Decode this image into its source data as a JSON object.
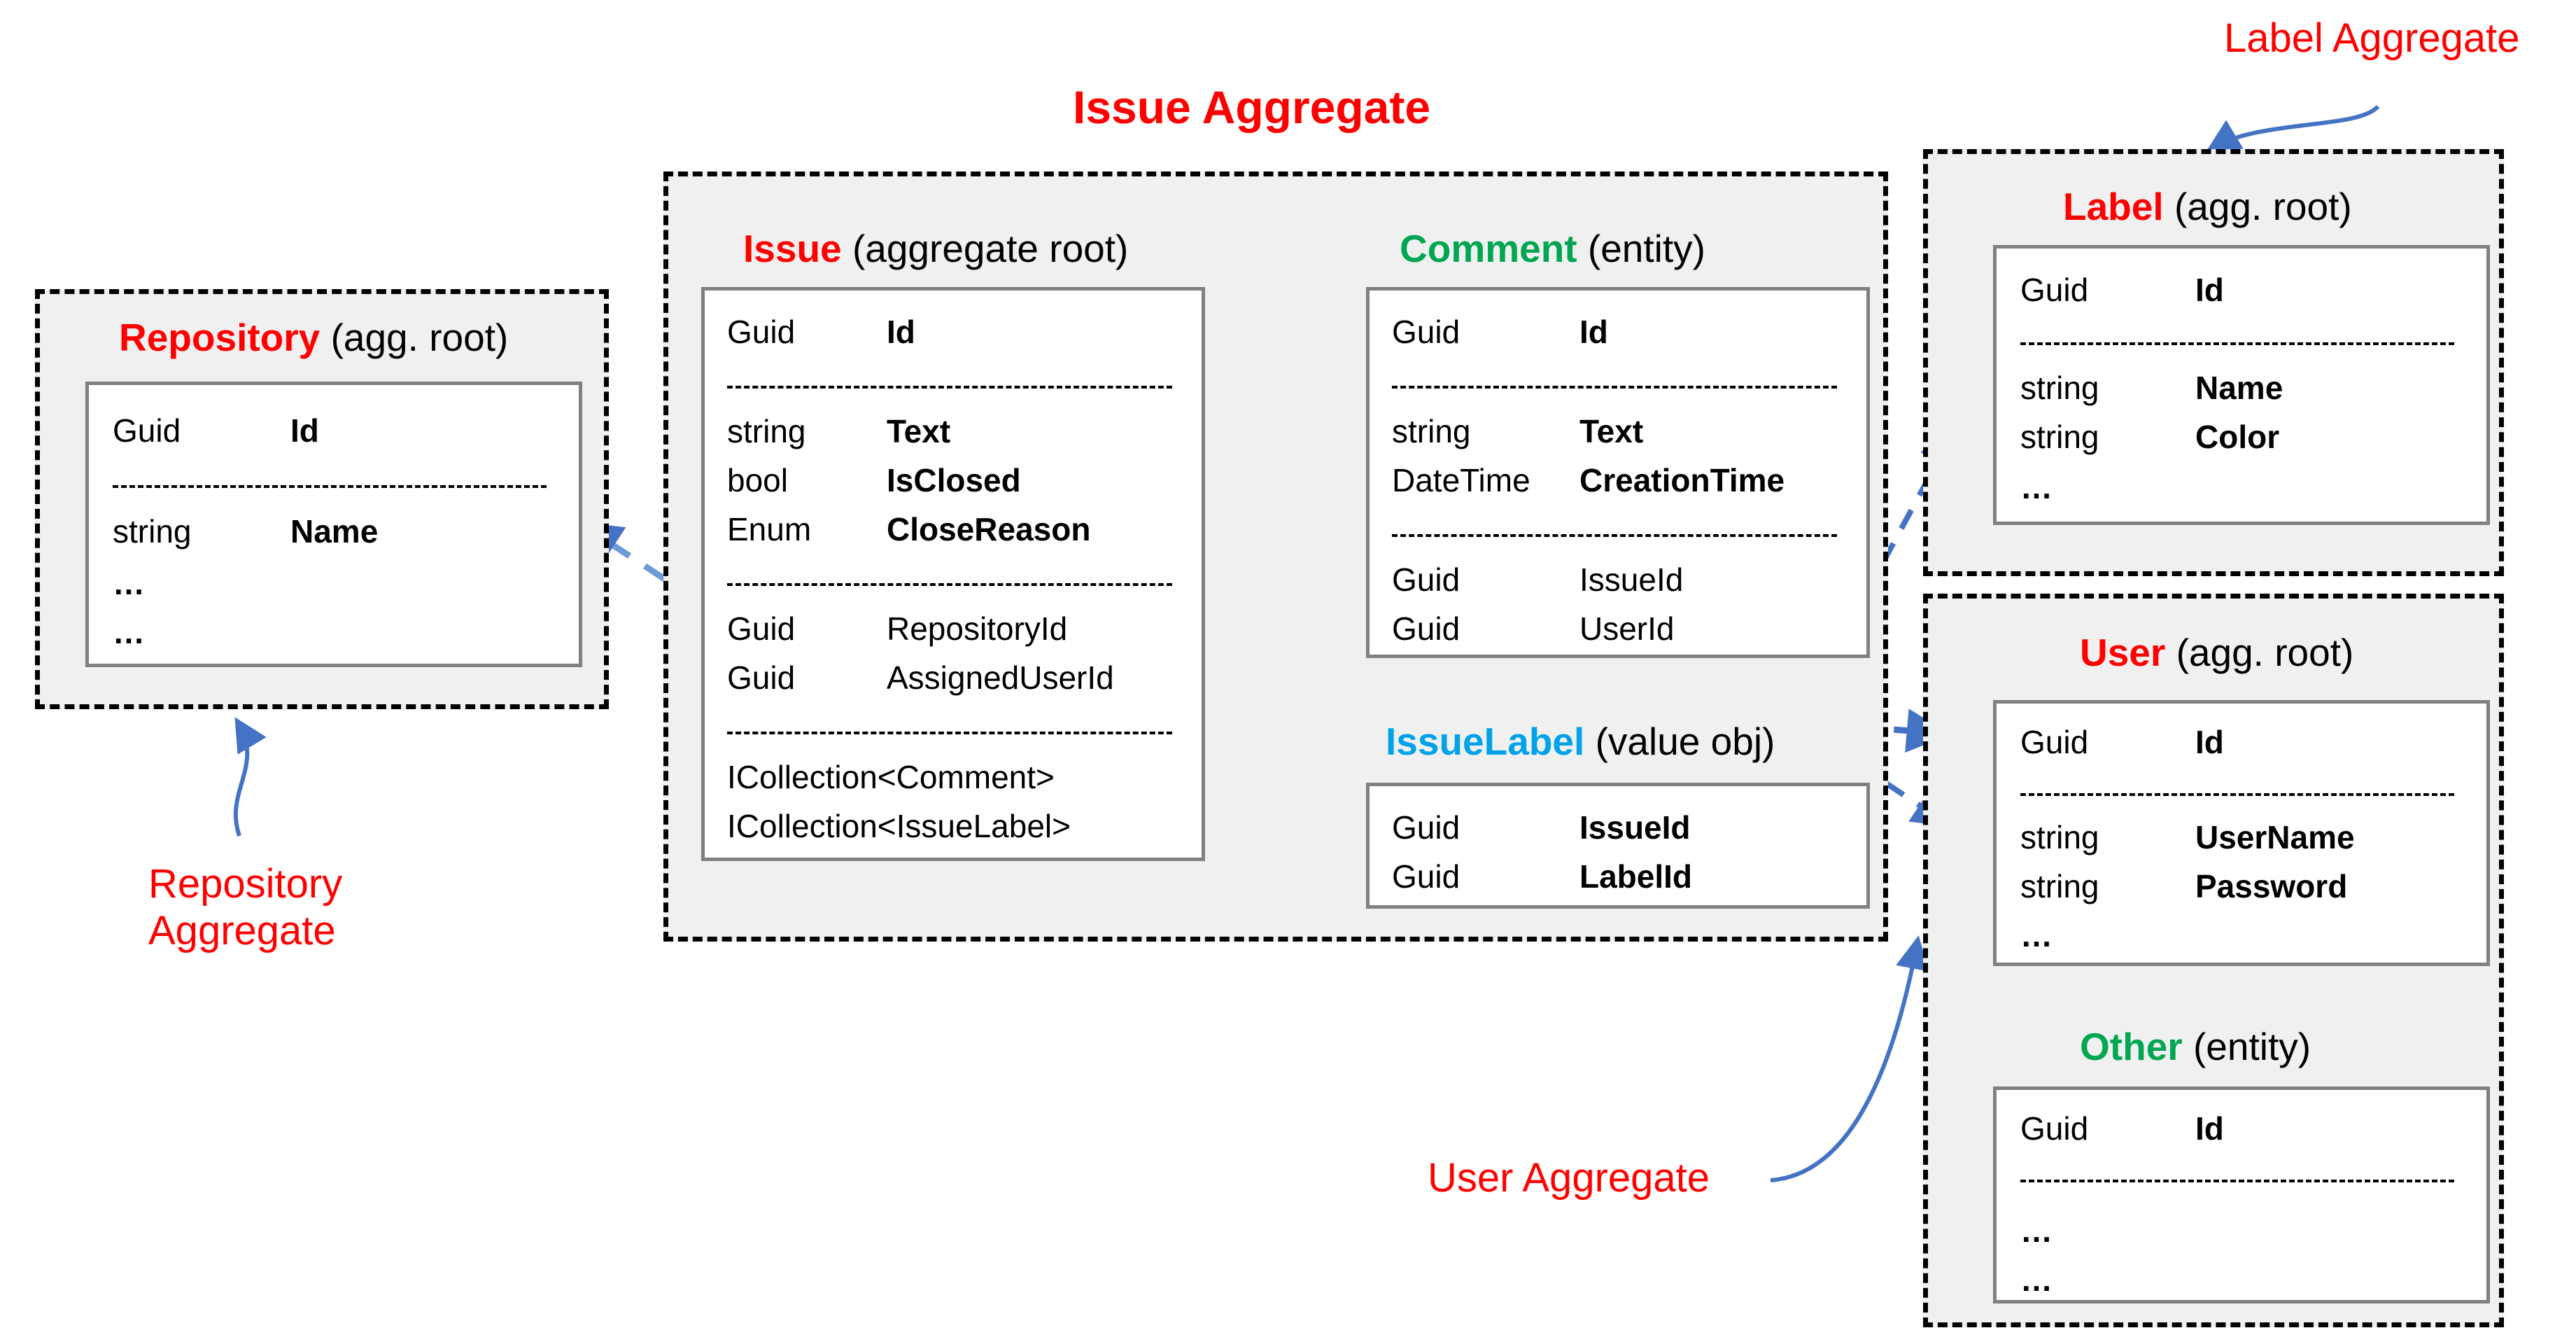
{
  "diagram": {
    "title": "Issue Aggregate",
    "colors": {
      "red": "#FF0000",
      "green": "#00A650",
      "cyan": "#00A2E8",
      "arrow_blue": "#4472C4",
      "panel_gray": "#F0F0F0",
      "card_border": "#808080"
    },
    "callouts": {
      "label_aggregate": "Label Aggregate",
      "repository_aggregate_line1": "Repository",
      "repository_aggregate_line2": "Aggregate",
      "user_aggregate": "User Aggregate"
    },
    "entities": {
      "repository": {
        "name": "Repository",
        "kind": "(agg. root)",
        "rows": [
          {
            "type": "Guid",
            "field": "Id",
            "bold": true
          },
          {
            "type": "string",
            "field": "Name",
            "bold": true
          },
          {
            "type": "…",
            "field": "",
            "bold": true
          },
          {
            "type": "…",
            "field": "",
            "bold": true
          }
        ]
      },
      "issue": {
        "name": "Issue",
        "kind": "(aggregate root)",
        "rows": [
          {
            "type": "Guid",
            "field": "Id",
            "bold": true
          },
          {
            "type": "string",
            "field": "Text",
            "bold": true
          },
          {
            "type": "bool",
            "field": "IsClosed",
            "bold": true
          },
          {
            "type": "Enum",
            "field": "CloseReason",
            "bold": true
          },
          {
            "type": "Guid",
            "field": "RepositoryId",
            "bold": false
          },
          {
            "type": "Guid",
            "field": "AssignedUserId",
            "bold": false
          },
          {
            "type": "ICollection<Comment>",
            "field": "",
            "bold": false
          },
          {
            "type": "ICollection<IssueLabel>",
            "field": "",
            "bold": false
          }
        ]
      },
      "comment": {
        "name": "Comment",
        "kind": "(entity)",
        "rows": [
          {
            "type": "Guid",
            "field": "Id",
            "bold": true
          },
          {
            "type": "string",
            "field": "Text",
            "bold": true
          },
          {
            "type": "DateTime",
            "field": "CreationTime",
            "bold": true
          },
          {
            "type": "Guid",
            "field": "IssueId",
            "bold": false
          },
          {
            "type": "Guid",
            "field": "UserId",
            "bold": false
          }
        ]
      },
      "issuelabel": {
        "name": "IssueLabel",
        "kind": "(value obj)",
        "rows": [
          {
            "type": "Guid",
            "field": "IssueId",
            "bold": true
          },
          {
            "type": "Guid",
            "field": "LabelId",
            "bold": true
          }
        ]
      },
      "label": {
        "name": "Label",
        "kind": "(agg. root)",
        "rows": [
          {
            "type": "Guid",
            "field": "Id",
            "bold": true
          },
          {
            "type": "string",
            "field": "Name",
            "bold": true
          },
          {
            "type": "string",
            "field": "Color",
            "bold": true
          },
          {
            "type": "…",
            "field": "",
            "bold": true
          }
        ]
      },
      "user": {
        "name": "User",
        "kind": "(agg. root)",
        "rows": [
          {
            "type": "Guid",
            "field": "Id",
            "bold": true
          },
          {
            "type": "string",
            "field": "UserName",
            "bold": true
          },
          {
            "type": "string",
            "field": "Password",
            "bold": true
          },
          {
            "type": "…",
            "field": "",
            "bold": true
          }
        ]
      },
      "other": {
        "name": "Other",
        "kind": "(entity)",
        "rows": [
          {
            "type": "Guid",
            "field": "Id",
            "bold": true
          },
          {
            "type": "…",
            "field": "",
            "bold": true
          },
          {
            "type": "…",
            "field": "",
            "bold": true
          }
        ]
      }
    }
  }
}
